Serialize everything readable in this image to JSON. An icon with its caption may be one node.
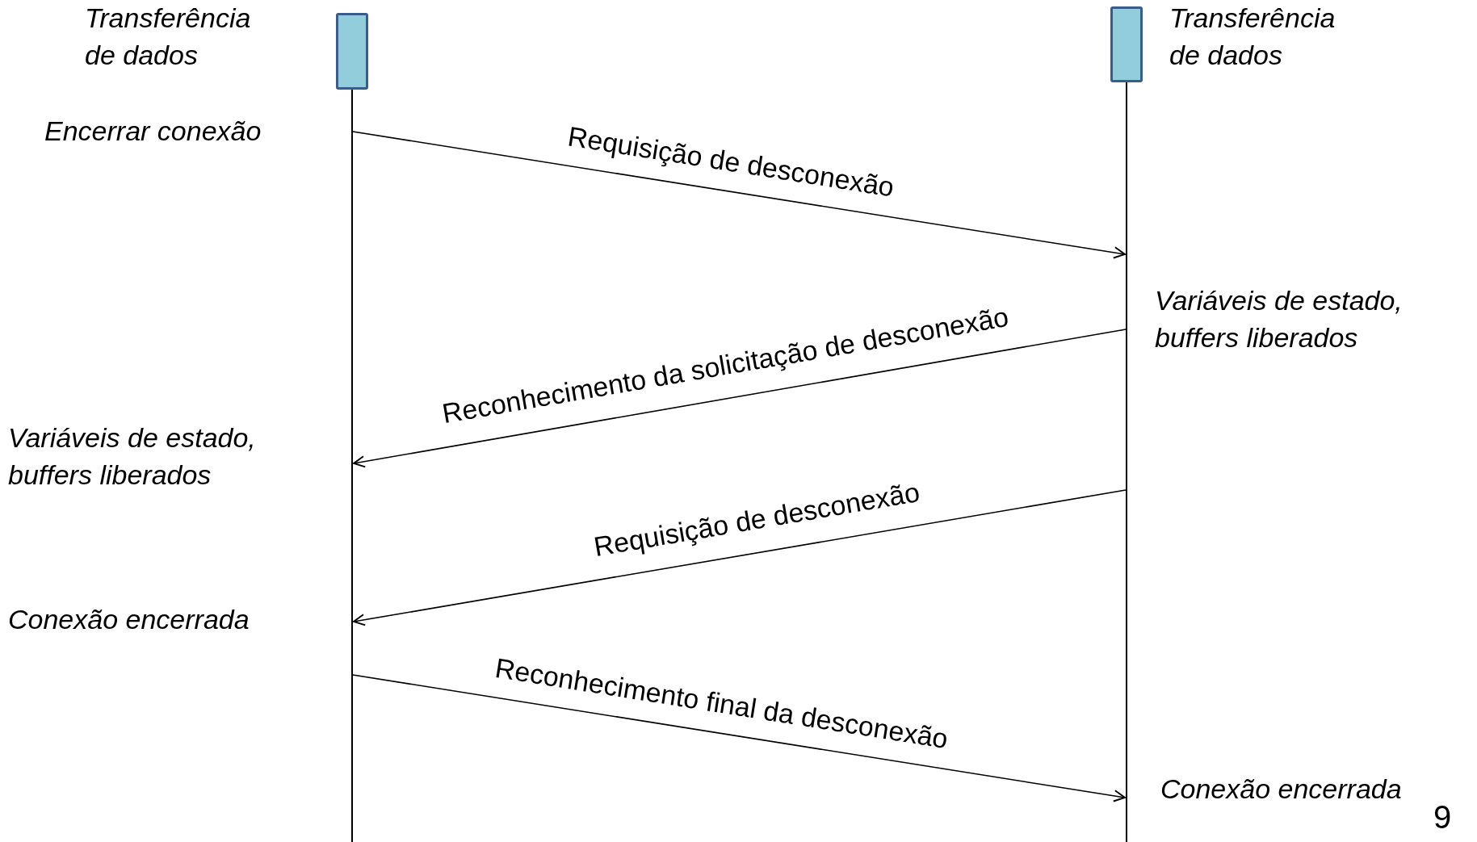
{
  "diagram": {
    "nodes": [
      {
        "text": [],
        "shape": "bar",
        "beside": [
          "Transferência de dados"
        ]
      },
      {
        "text": [],
        "shape": "bar",
        "beside": [
          "Transferência de dados"
        ]
      }
    ],
    "edges": [
      {
        "from": 0,
        "to": 1,
        "arrow": "to",
        "label": "Requisição de desconexão"
      },
      {
        "from": 1,
        "to": 0,
        "arrow": "to",
        "label": "Reconhecimento da solicitação de desconexão"
      },
      {
        "from": 1,
        "to": 0,
        "arrow": "to",
        "label": "Requisição de desconexão"
      },
      {
        "from": 0,
        "to": 1,
        "arrow": "to",
        "label": "Reconhecimento final da desconexão"
      }
    ],
    "labels": [
      "Encerrar conexão",
      "Variáveis de estado, buffers liberados",
      "Variáveis de estado, buffers liberados",
      "Conexão encerrada",
      "Conexão encerrada",
      "9"
    ]
  }
}
